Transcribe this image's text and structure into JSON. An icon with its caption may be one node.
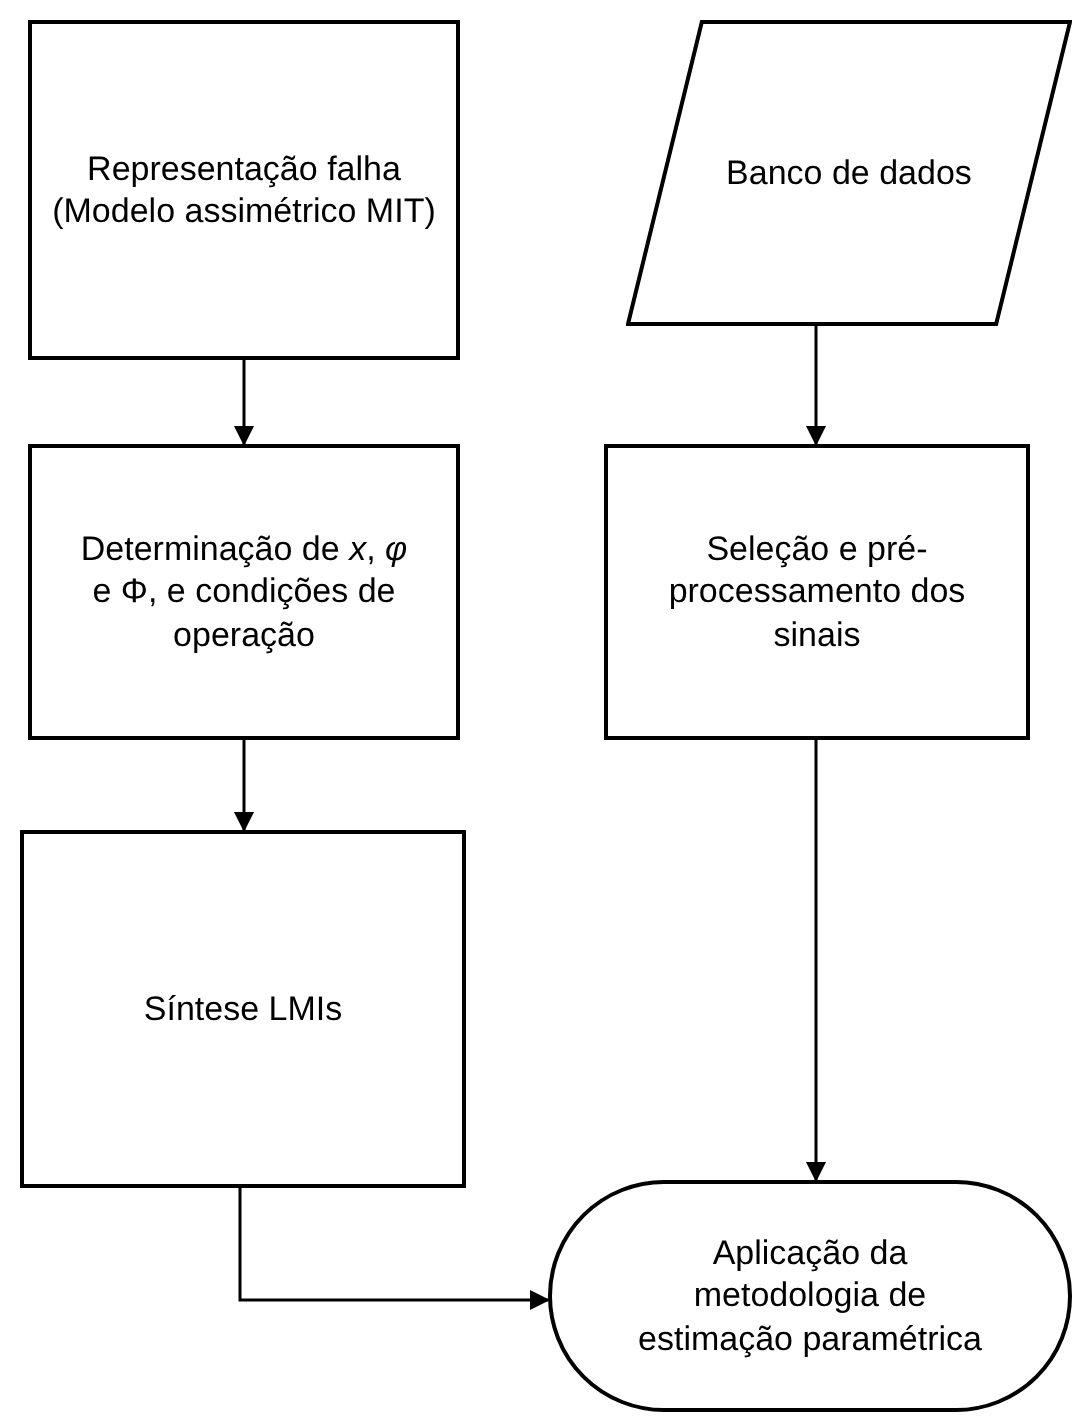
{
  "diagram": {
    "nodes": [
      {
        "text": [
          "Representação falha (Modelo assimétrico MIT)"
        ]
      },
      {
        "text": [
          "Determinação de *x*, *φ* e Φ, e condições de operação"
        ]
      },
      {
        "text": [
          "Síntese LMIs"
        ]
      },
      {
        "text": [
          "Banco de dados"
        ]
      },
      {
        "text": [
          "Seleção e pré-processamento dos sinais"
        ]
      },
      {
        "text": [
          "Aplicação da metodologia de estimação paramétrica"
        ]
      }
    ],
    "edges": [
      {
        "from": 0,
        "to": 1,
        "arrow": "to"
      },
      {
        "from": 1,
        "to": 2,
        "arrow": "to"
      },
      {
        "from": 3,
        "to": 4,
        "arrow": "to"
      },
      {
        "from": 4,
        "to": 5,
        "arrow": "to"
      },
      {
        "from": 2,
        "to": 5,
        "arrow": "to"
      }
    ]
  }
}
